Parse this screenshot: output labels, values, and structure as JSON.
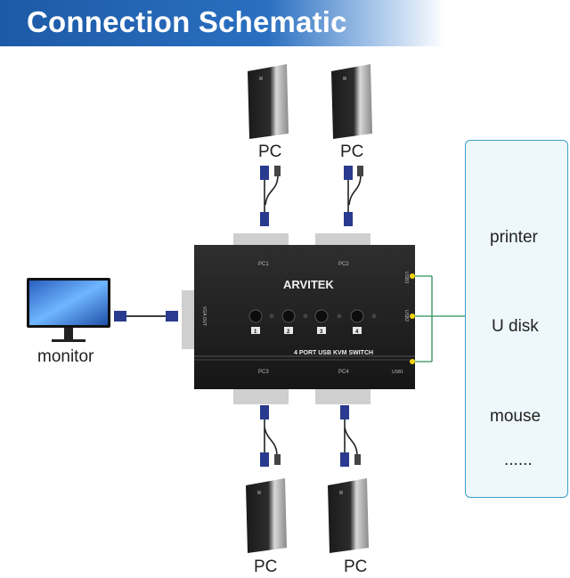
{
  "banner": {
    "title": "Connection Schematic"
  },
  "pc_labels": [
    "PC",
    "PC",
    "PC",
    "PC"
  ],
  "monitor_label": "monitor",
  "switch": {
    "brand": "ARVITEK",
    "model_text": "4 PORT USB KVM SWITCH",
    "port_labels": [
      "PC1",
      "PC2",
      "PC3",
      "PC4"
    ],
    "button_numbers": [
      "1",
      "2",
      "3",
      "4"
    ],
    "usb_labels": [
      "USB3",
      "USB2",
      "USB1"
    ],
    "vga_out_label": "VGA OUT"
  },
  "peripherals": {
    "items": [
      "printer",
      "U disk",
      "mouse"
    ],
    "more": "......"
  },
  "colors": {
    "banner": "#1d5aa6",
    "panel_border": "#3a9fc8",
    "connector_line": "#2f8f5a",
    "led": "#f2d20c"
  }
}
